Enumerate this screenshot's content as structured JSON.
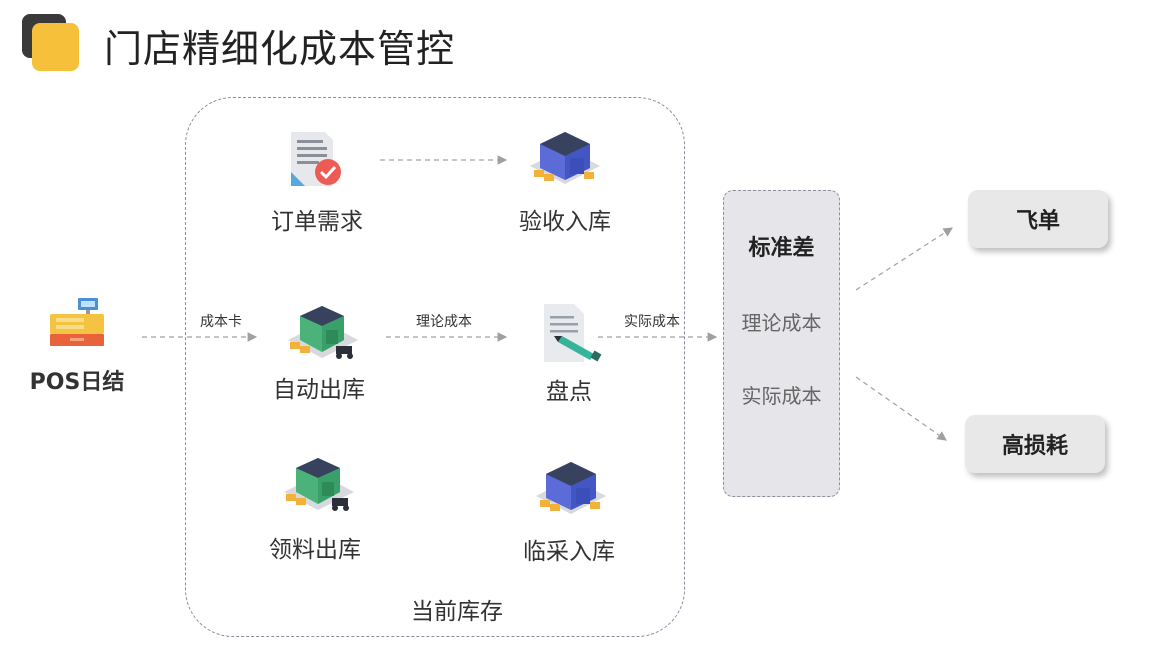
{
  "page": {
    "title": "门店精细化成本管控"
  },
  "pos": {
    "label": "POS日结",
    "edge_label": "成本卡"
  },
  "store": {
    "caption": "当前库存",
    "nodes": {
      "order": "订单需求",
      "receive": "验收入库",
      "auto_out": "自动出库",
      "inventory": "盘点",
      "requisition": "领料出库",
      "temp_purchase": "临采入库"
    },
    "edges": {
      "theoretical": "理论成本",
      "actual": "实际成本"
    }
  },
  "std": {
    "title": "标准差",
    "items": [
      "理论成本",
      "实际成本"
    ]
  },
  "results": {
    "fly_order": "飞单",
    "high_loss": "高损耗"
  },
  "colors": {
    "accent_yellow": "#f7c03a",
    "dark": "#3a3a3a",
    "box_fill": "#e5e5ea",
    "arrow": "#a0a0a0"
  }
}
